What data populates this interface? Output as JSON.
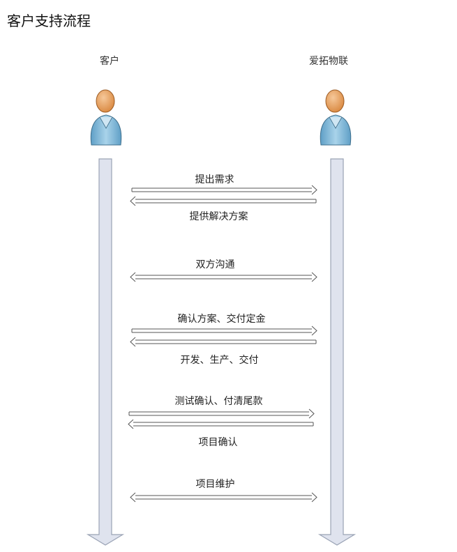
{
  "title": "客户支持流程",
  "actors": {
    "left": "客户",
    "right": "爱拓物联"
  },
  "messages": [
    {
      "text": "提出需求"
    },
    {
      "text": "提供解决方案"
    },
    {
      "text": "双方沟通"
    },
    {
      "text": "确认方案、交付定金"
    },
    {
      "text": "开发、生产、交付"
    },
    {
      "text": "测试确认、付清尾款"
    },
    {
      "text": "项目确认"
    },
    {
      "text": "项目维护"
    }
  ],
  "colors": {
    "lifeline_fill": "#dfe3ee",
    "lifeline_stroke": "#9aa3b5",
    "arrow_stroke": "#555555",
    "person_body": "#8ec1de",
    "person_head": "#e8a062"
  }
}
